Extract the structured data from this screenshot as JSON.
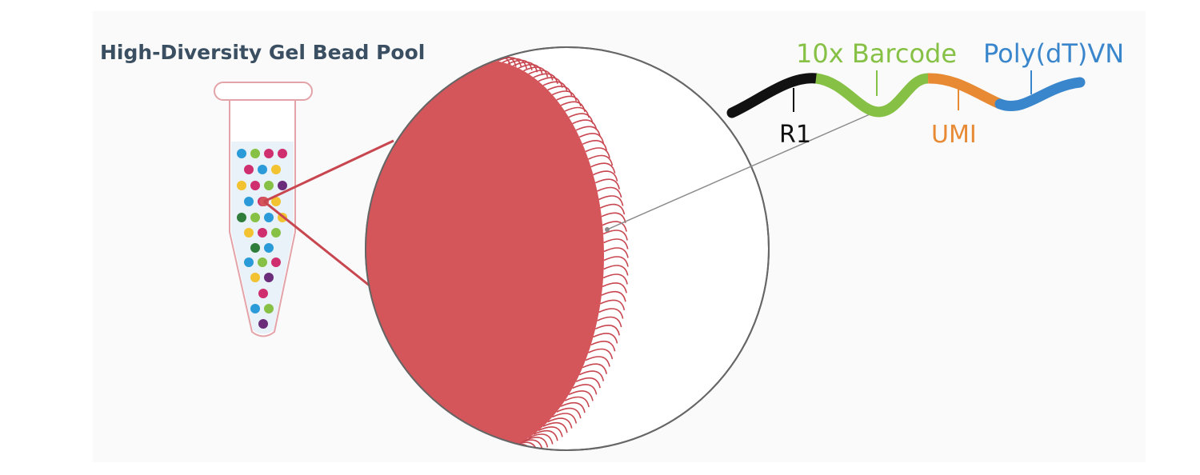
{
  "diagram": {
    "pool_label": "High-Diversity Gel Bead Pool",
    "segments": {
      "r1": "R1",
      "barcode": "10x Barcode",
      "umi": "UMI",
      "polydt": "Poly(dT)VN"
    },
    "colors": {
      "title_text": "#3b4f63",
      "bead_red": "#d4555a",
      "bristle_red": "#c8464f",
      "tube_outline": "#e3a3a8",
      "tube_liquid": "#e9f2f8",
      "callout_line": "#c8464f",
      "circle_outline": "#666666",
      "pointer_line": "#8c8c8c",
      "r1_black": "#111111",
      "barcode_green": "#86c145",
      "umi_orange": "#e88a33",
      "polydt_blue": "#3a86cc"
    },
    "bead_icon_colors": [
      "#2a9bd8",
      "#f2c230",
      "#cf2f6e",
      "#86c145",
      "#2e7d3a",
      "#6b2d7a"
    ]
  }
}
